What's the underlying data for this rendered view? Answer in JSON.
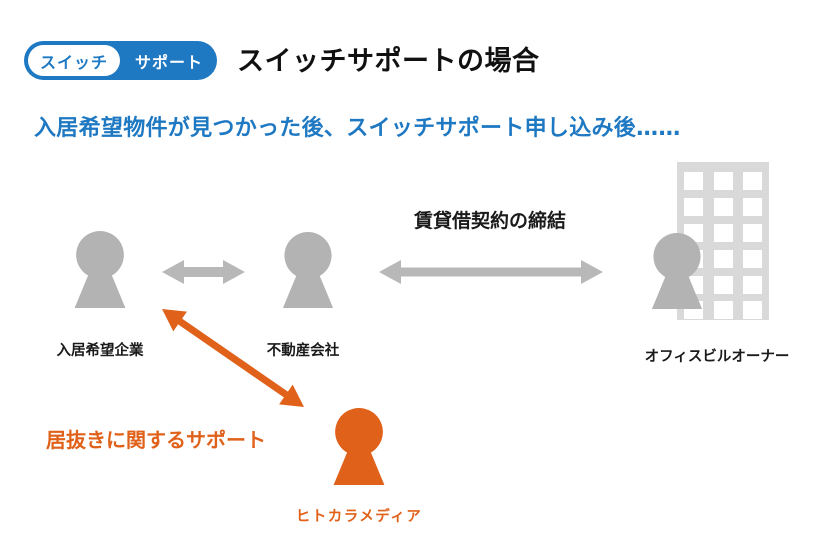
{
  "badge": {
    "left_label": "スイッチ",
    "right_label": "サポート"
  },
  "header": {
    "title": "スイッチサポートの場合"
  },
  "subtitle": "入居希望物件が見つかった後、スイッチサポート申し込み後……",
  "diagram": {
    "contract_label": "賃貸借契約の締結",
    "nodes": [
      {
        "id": "tenant",
        "label": "入居希望企業",
        "icon": "person-icon",
        "color": "#b3b3b3"
      },
      {
        "id": "agency",
        "label": "不動産会社",
        "icon": "person-icon",
        "color": "#b3b3b3"
      },
      {
        "id": "owner",
        "label": "オフィスビルオーナー",
        "icon": "person-with-building-icon",
        "color": "#b3b3b3"
      },
      {
        "id": "hitokara",
        "label": "ヒトカラメディア",
        "icon": "person-icon",
        "color": "#e0611a"
      }
    ],
    "edges": [
      {
        "from": "tenant",
        "to": "agency",
        "style": "double-arrow",
        "color": "#b8b8b8"
      },
      {
        "from": "agency",
        "to": "owner",
        "style": "double-arrow",
        "color": "#b8b8b8",
        "label": "賃貸借契約の締結"
      },
      {
        "from": "tenant",
        "to": "hitokara",
        "style": "double-arrow",
        "color": "#e0611a",
        "label": "居抜きに関するサポート"
      }
    ],
    "support_label": "居抜きに関するサポート"
  },
  "colors": {
    "brand_blue": "#1e78c2",
    "accent_orange": "#e0611a",
    "person_gray": "#b3b3b3",
    "arrow_gray": "#b8b8b8",
    "building_gray": "#d9d9d9",
    "text_dark": "#1a1a1a"
  }
}
